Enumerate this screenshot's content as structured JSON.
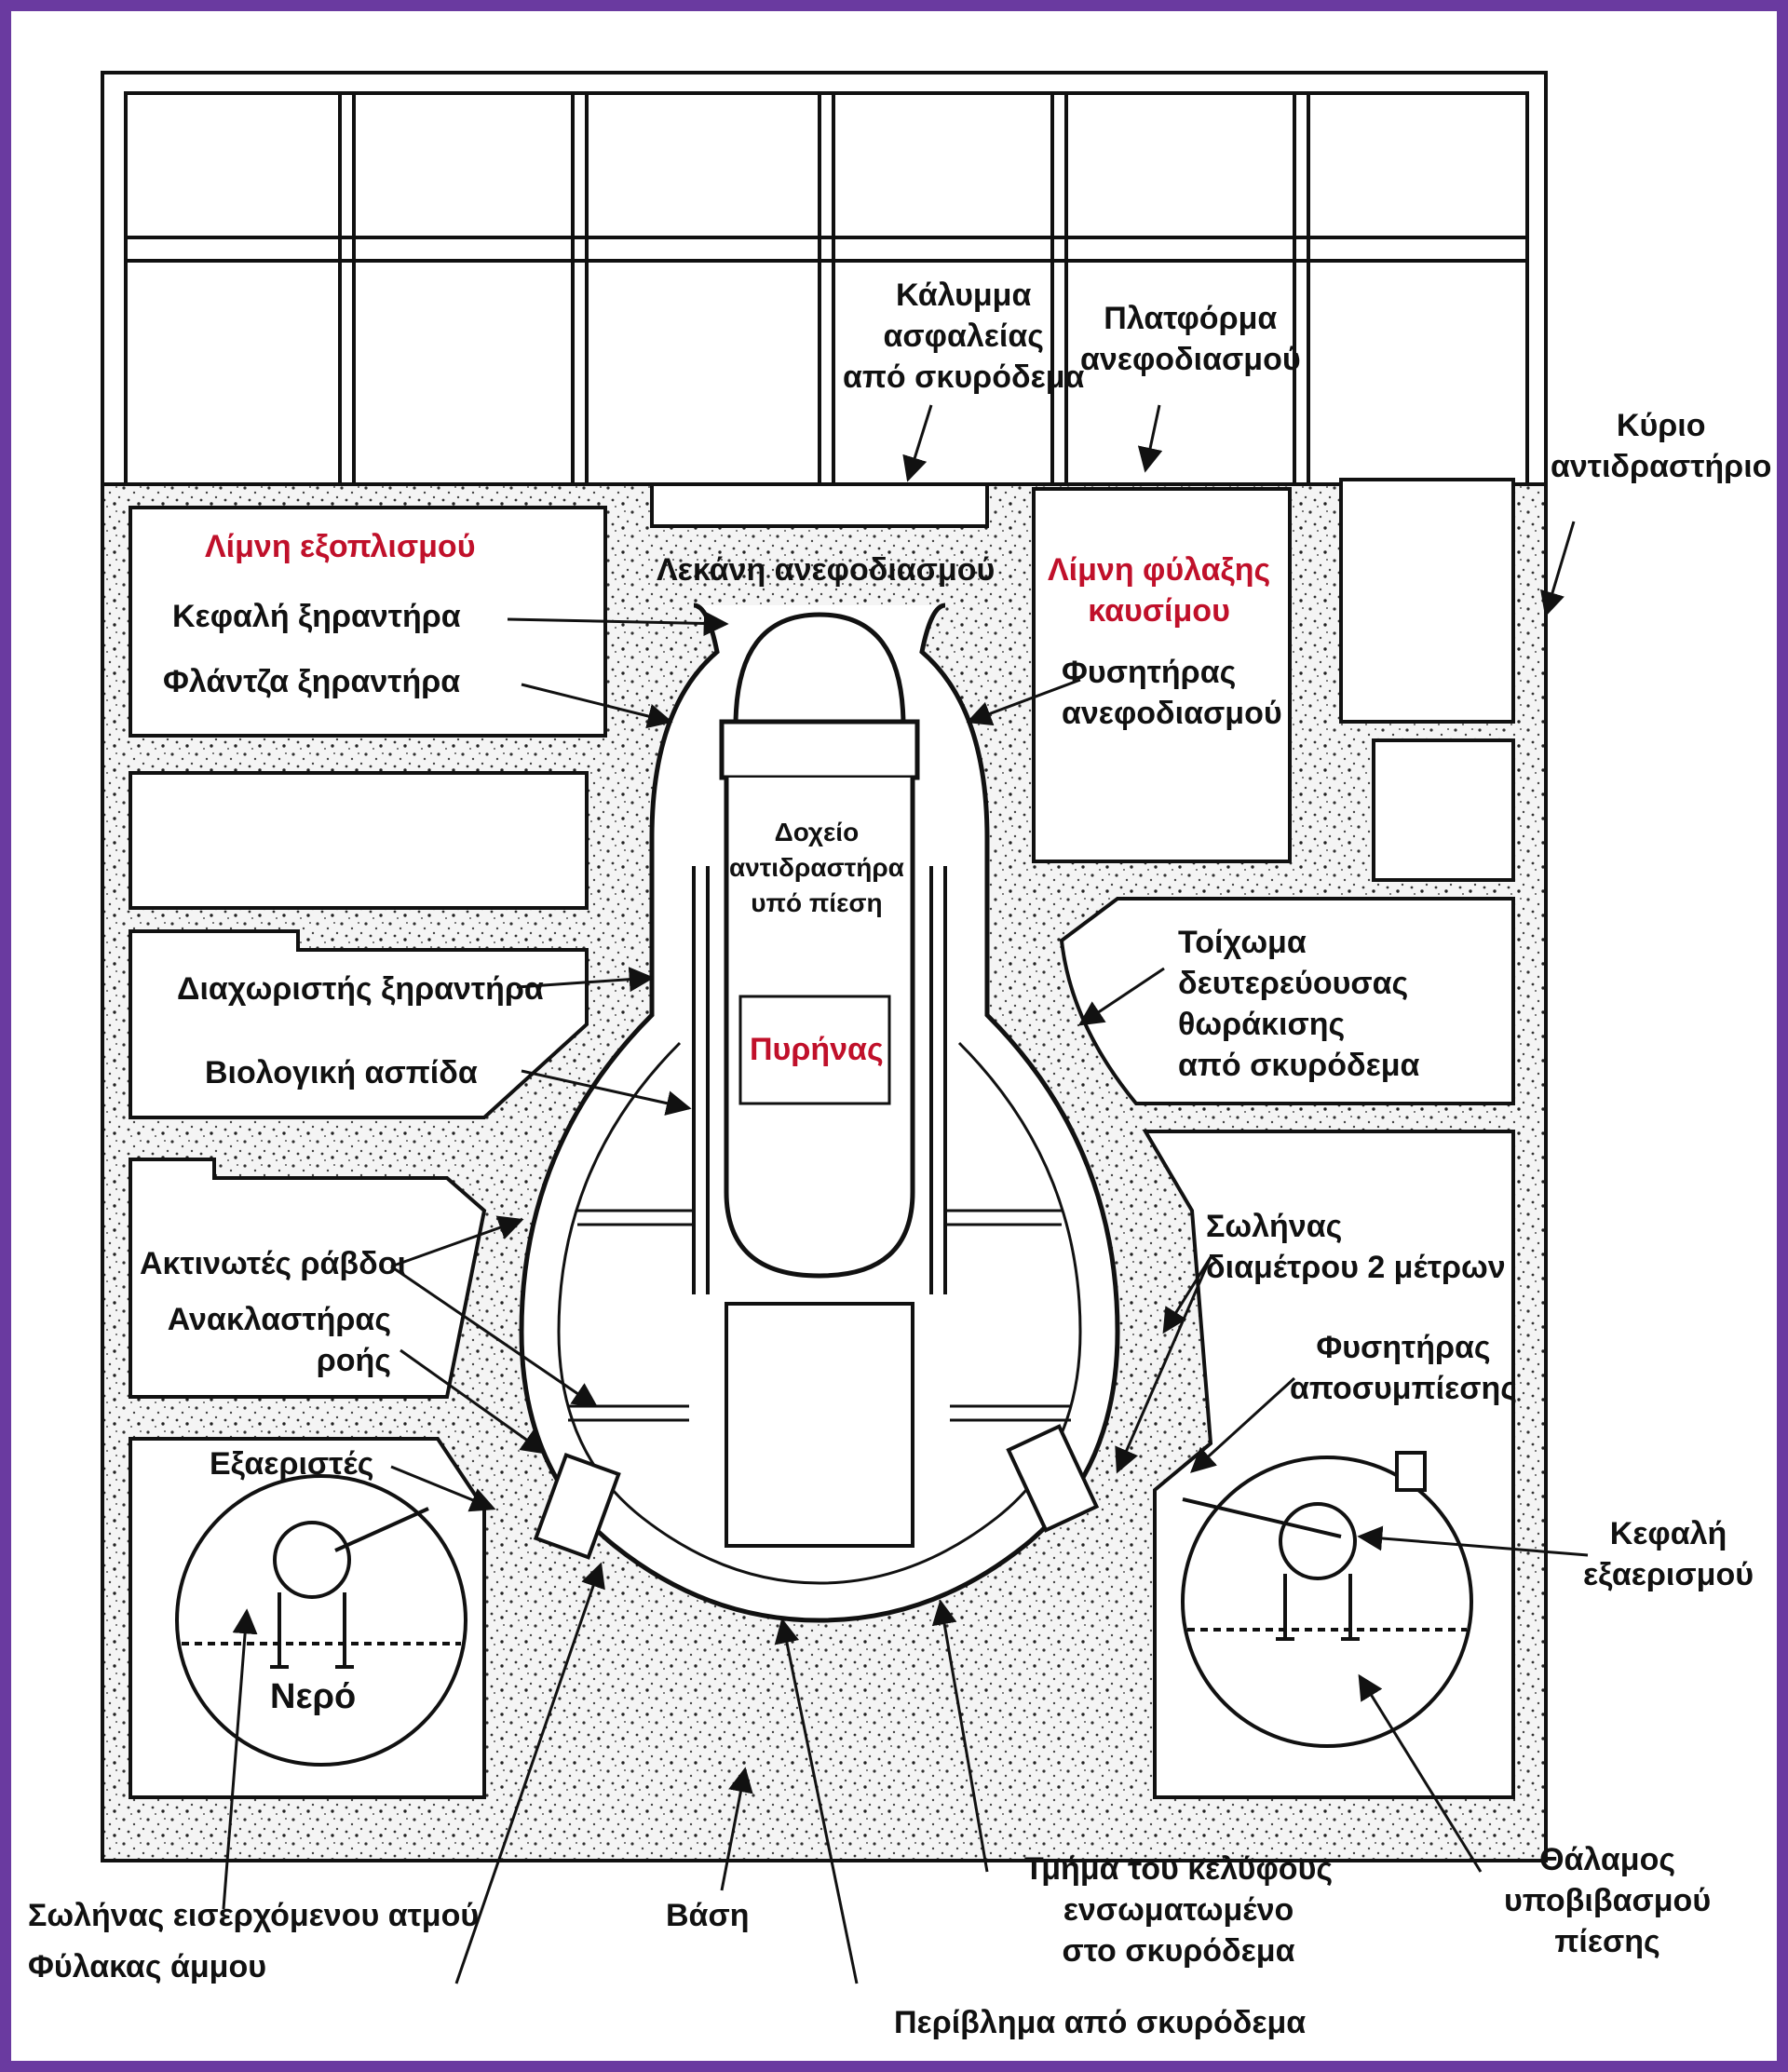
{
  "colors": {
    "frame": "#6a3aa0",
    "line": "#111111",
    "highlight_label": "#c0102a",
    "concrete_fill": "#f2f2f2"
  },
  "labels": {
    "safety_cover": [
      "Κάλυμμα",
      "ασφαλείας",
      "από σκυρόδεμα"
    ],
    "refuel_platform": [
      "Πλατφόρμα",
      "ανεφοδιασμού"
    ],
    "main_reactor": [
      "Κύριο",
      "αντιδραστήριο"
    ],
    "equipment_pool": "Λίμνη εξοπλισμού",
    "refuel_tank": "Λεκάνη ανεφοδιασμού",
    "fuel_storage_pool": [
      "Λίμνη φύλαξης",
      "καυσίμου"
    ],
    "dryer_head": "Κεφαλή ξηραντήρα",
    "dryer_flange": "Φλάντζα ξηραντήρα",
    "refuel_bellows": [
      "Φυσητήρας",
      "ανεφοδιασμού"
    ],
    "reactor_vessel": [
      "Δοχείο",
      "αντιδραστήρα",
      "υπό πίεση"
    ],
    "core": "Πυρήνας",
    "steam_separator": "Διαχωριστής ξηραντήρα",
    "bioshield": "Βιολογική ασπίδα",
    "secondary_containment": [
      "Τοίχωμα",
      "δευτερεύουσας",
      "θωράκισης",
      "από σκυρόδεμα"
    ],
    "control_rods": "Ακτινωτές ράβδοι",
    "recirc_flow": [
      "Ανακλαστήρας",
      "ροής"
    ],
    "pipe_2m": [
      "Σωλήνας",
      "διαμέτρου 2 μέτρων"
    ],
    "relief_valve": [
      "Φυσητήρας",
      "αποσυμπίεσης"
    ],
    "dischargers": "Εξαεριστές",
    "vent_head": [
      "Κεφαλή",
      "εξαερισμού"
    ],
    "water": "Νερό",
    "suppression_chamber": [
      "Θάλαμος",
      "υποβιβασμού",
      "πίεσης"
    ],
    "steam_pipe": "Σωλήνας εισερχόμενου ατμού",
    "sand_cushion": "Φύλακας άμμου",
    "base": "Βάση",
    "embedded_shell": [
      "Τμήμα του κελύφους",
      "ενσωματωμένο",
      "στο σκυρόδεμα"
    ],
    "concrete_shell": "Περίβλημα από σκυρόδεμα"
  }
}
